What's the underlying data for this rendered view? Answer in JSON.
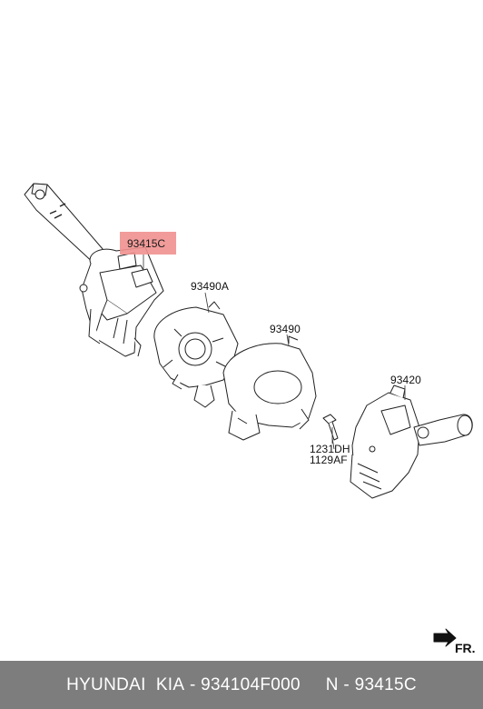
{
  "parts": [
    {
      "id": "p1",
      "label": "93415C",
      "highlighted": true
    },
    {
      "id": "p2",
      "label": "93490A"
    },
    {
      "id": "p3",
      "label": "93490"
    },
    {
      "id": "p4",
      "label": "93420"
    },
    {
      "id": "p5",
      "label": "1231DH"
    },
    {
      "id": "p6",
      "label": "1129AF"
    }
  ],
  "direction_label": "FR.",
  "highlight_color": "#f0918f",
  "footer": {
    "brand": "HYUNDAI  KIA",
    "sep1": " - ",
    "part_number": "934104F000",
    "sep2": "     N - ",
    "position_code": "93415C"
  },
  "footer_bg": "#7d7d7d"
}
